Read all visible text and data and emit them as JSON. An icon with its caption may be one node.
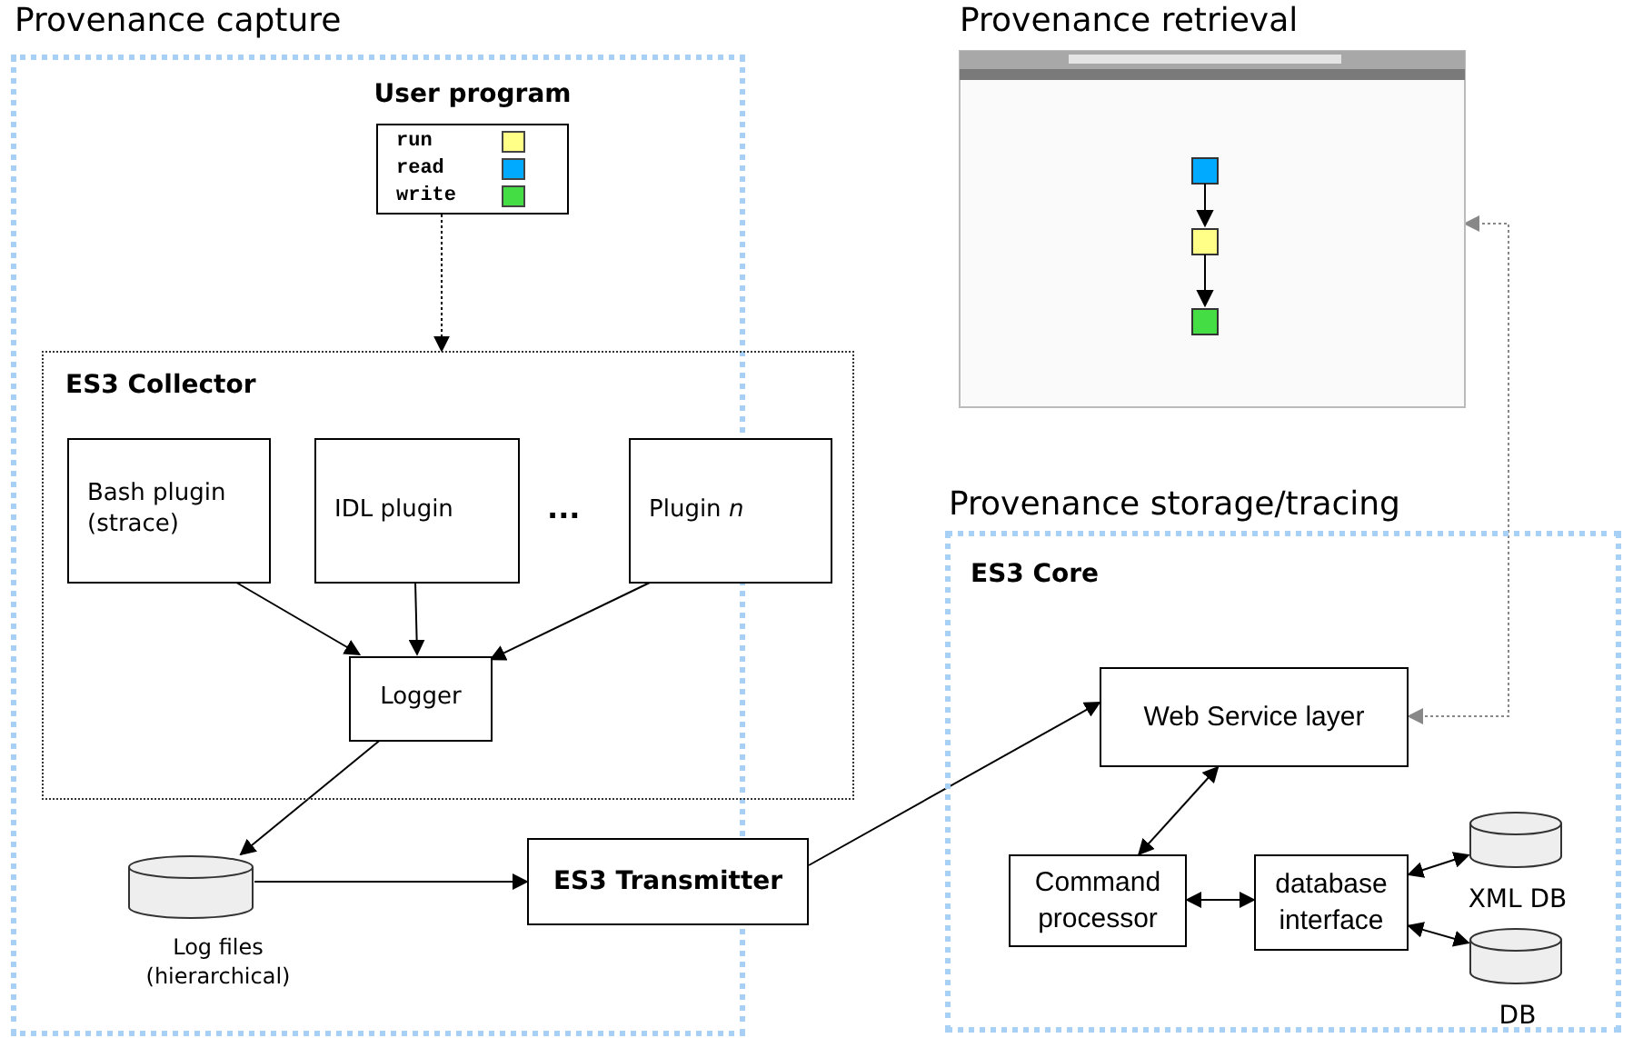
{
  "diagram": {
    "nodes": [
      {
        "text": [
          "Provenance capture"
        ]
      },
      {
        "text": [
          "User program"
        ],
        "in": 0
      },
      {
        "text": [
          "ES3 Collector"
        ],
        "in": 0
      },
      {
        "text": [
          "Bash plugin (strace)"
        ],
        "in": 2
      },
      {
        "text": [
          "IDL plugin"
        ],
        "in": 2
      },
      {
        "text": [
          "Plugin *n*"
        ],
        "in": 2
      },
      {
        "text": [
          "Logger"
        ],
        "in": 2
      },
      {
        "text": [],
        "shape": "cylinder",
        "beside": [
          "Log files (hierarchical)"
        ],
        "in": 0
      },
      {
        "text": [
          "ES3 Transmitter"
        ],
        "in": 0
      },
      {
        "text": [],
        "shape": "picture",
        "beside": [
          "Provenance retrieval"
        ]
      },
      {
        "text": [
          "Provenance storage/tracing",
          "ES3 Core"
        ]
      },
      {
        "text": [
          "Web Service layer"
        ],
        "in": 10
      },
      {
        "text": [
          "Command processor"
        ],
        "in": 10
      },
      {
        "text": [
          "database interface"
        ],
        "in": 10
      },
      {
        "text": [],
        "shape": "cylinder",
        "beside": [
          "XML DB"
        ],
        "in": 10
      },
      {
        "text": [],
        "shape": "cylinder",
        "beside": [
          "DB"
        ],
        "in": 10
      }
    ],
    "edges": [
      {
        "from": 1,
        "to": 2,
        "arrow": "to",
        "style": "dashed"
      },
      {
        "from": 3,
        "to": 6,
        "arrow": "to"
      },
      {
        "from": 4,
        "to": 6,
        "arrow": "to"
      },
      {
        "from": 5,
        "to": 6,
        "arrow": "to"
      },
      {
        "from": 6,
        "to": 7,
        "arrow": "to"
      },
      {
        "from": 7,
        "to": 8,
        "arrow": "to"
      },
      {
        "from": 8,
        "to": 11,
        "arrow": "to"
      },
      {
        "from": 11,
        "to": 9,
        "arrow": "both",
        "style": "dashed",
        "color": "#888888"
      },
      {
        "from": 11,
        "to": 12,
        "arrow": "both"
      },
      {
        "from": 12,
        "to": 13,
        "arrow": "both"
      },
      {
        "from": 13,
        "to": 14,
        "arrow": "both"
      },
      {
        "from": 13,
        "to": 15,
        "arrow": "both"
      }
    ],
    "labels": [
      "..."
    ],
    "legend": [
      {
        "text": "run",
        "color": "#ffff88"
      },
      {
        "text": "read",
        "color": "#00aaff"
      },
      {
        "text": "write",
        "color": "#44dd44"
      }
    ]
  }
}
